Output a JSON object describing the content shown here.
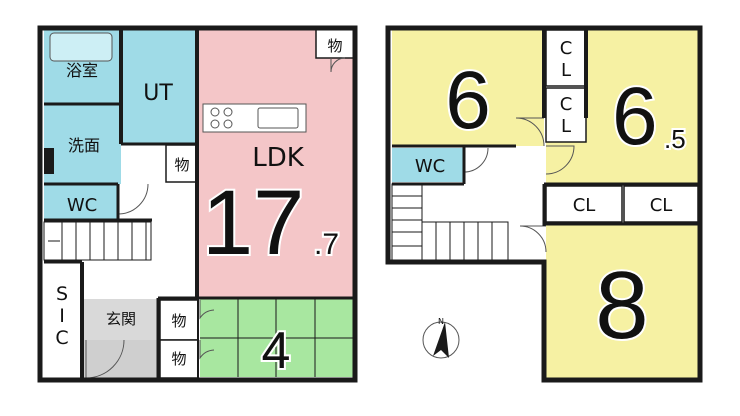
{
  "colors": {
    "ldk": "#f4c6c8",
    "wet": "#9fdbe7",
    "tatami": "#a8e7a0",
    "bedroom": "#f6f1a3",
    "entrance": "#cfcfcf",
    "wall": "#1a1a1a"
  },
  "floor1": {
    "bath": "浴室",
    "utility": "UT",
    "washroom": "洗面",
    "toilet": "WC",
    "storage_top": "物",
    "storage_mid": "物",
    "ldk_label": "LDK",
    "ldk_size_main": "17",
    "ldk_size_decimal": ".7",
    "sic_s": "S",
    "sic_i": "I",
    "sic_c": "C",
    "entrance": "玄関",
    "storage_a": "物",
    "storage_b": "物",
    "tatami_size": "4"
  },
  "floor2": {
    "bedroom_a_size": "6",
    "bedroom_b_size_main": "6",
    "bedroom_b_size_decimal": ".5",
    "bedroom_c_size": "8",
    "closet_1a": "C",
    "closet_1b": "L",
    "closet_2a": "C",
    "closet_2b": "L",
    "closet_3": "CL",
    "closet_4": "CL",
    "toilet": "WC"
  },
  "compass": {
    "north_label": "N"
  }
}
